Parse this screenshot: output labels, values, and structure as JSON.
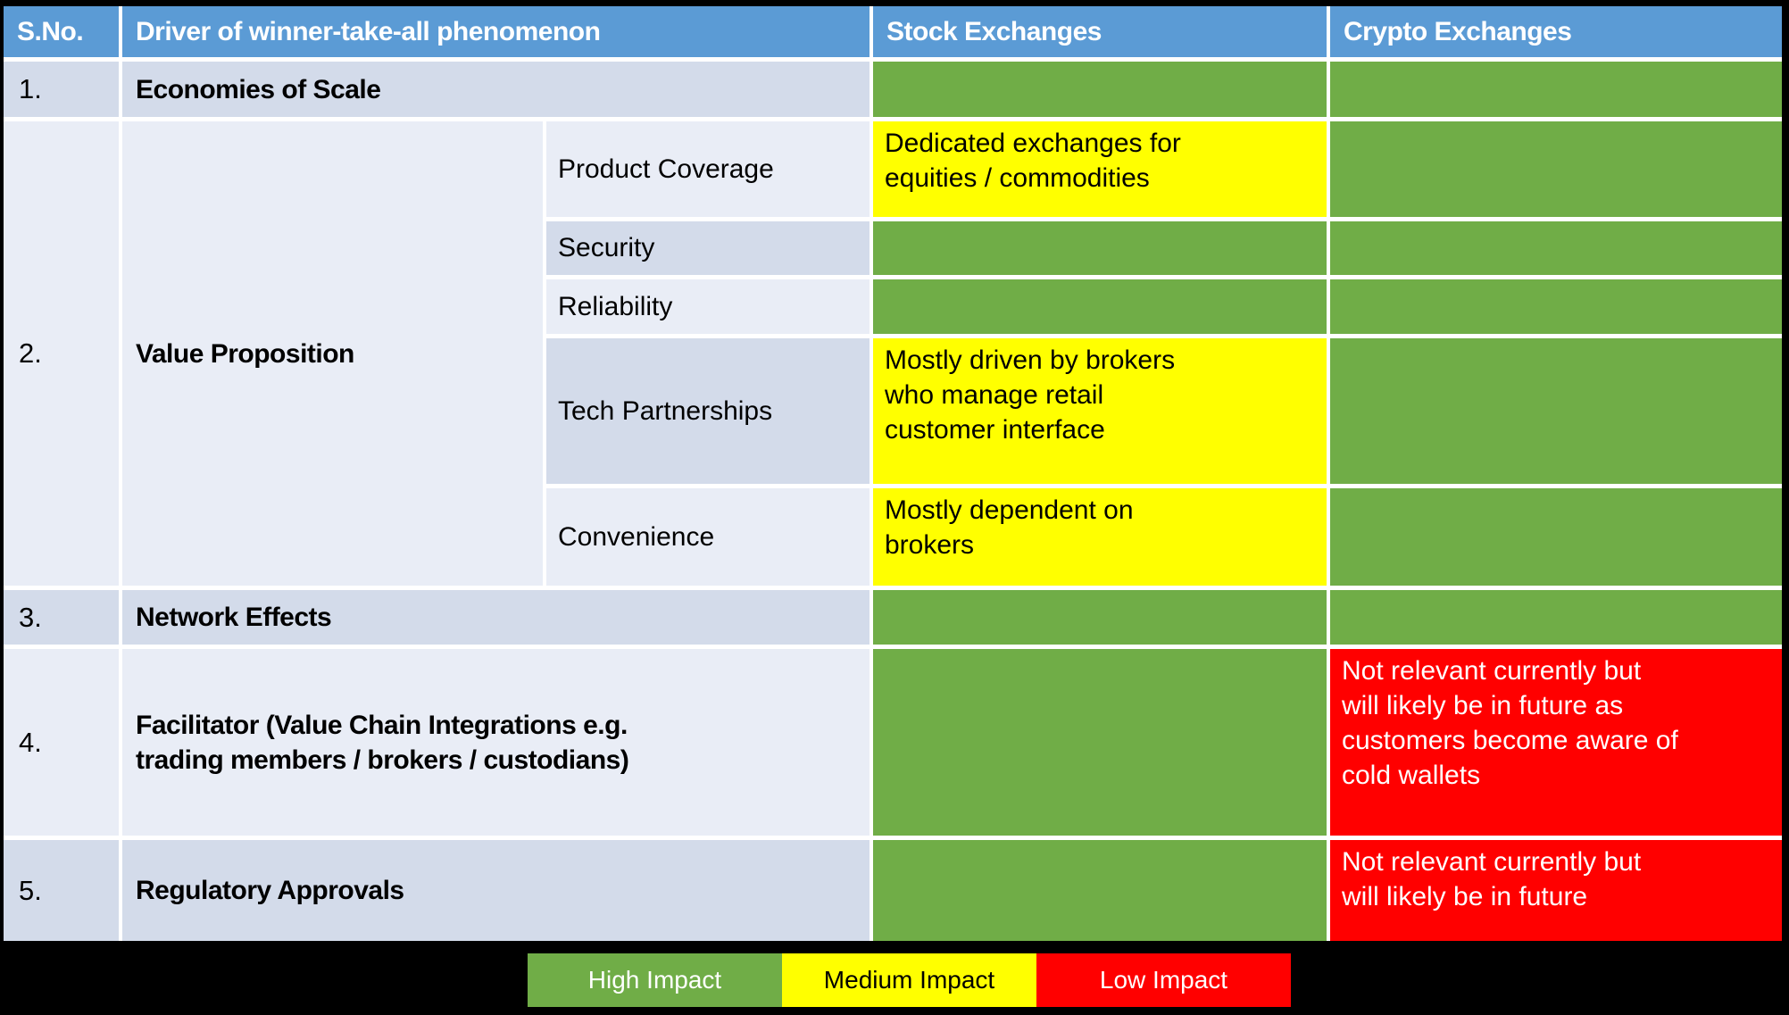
{
  "colors": {
    "header_bg": "#5B9BD5",
    "green": "#70AD47",
    "yellow": "#FFFF00",
    "red": "#FF0000",
    "row_dark": "#D3DBEA",
    "row_light": "#E9EDF6",
    "canvas_bg": "#000000"
  },
  "table": {
    "header": {
      "sno": "S.No.",
      "driver": "Driver of winner-take-all phenomenon",
      "stock": "Stock Exchanges",
      "crypto": "Crypto Exchanges"
    },
    "rows": [
      {
        "sno": "1.",
        "driver": "Economies of Scale",
        "stock": "",
        "stock_impact": "high",
        "crypto": "",
        "crypto_impact": "high"
      },
      {
        "sno": "2.",
        "driver": "Value Proposition",
        "sub": [
          {
            "label": "Product Coverage",
            "stock": "Dedicated exchanges for\nequities / commodities",
            "stock_impact": "medium",
            "crypto": "",
            "crypto_impact": "high"
          },
          {
            "label": "Security",
            "stock": "",
            "stock_impact": "high",
            "crypto": "",
            "crypto_impact": "high"
          },
          {
            "label": "Reliability",
            "stock": "",
            "stock_impact": "high",
            "crypto": "",
            "crypto_impact": "high"
          },
          {
            "label": "Tech Partnerships",
            "stock": "Mostly driven by brokers\nwho manage retail\ncustomer interface",
            "stock_impact": "medium",
            "crypto": "",
            "crypto_impact": "high"
          },
          {
            "label": "Convenience",
            "stock": "Mostly dependent on\nbrokers",
            "stock_impact": "medium",
            "crypto": "",
            "crypto_impact": "high"
          }
        ]
      },
      {
        "sno": "3.",
        "driver": "Network Effects",
        "stock": "",
        "stock_impact": "high",
        "crypto": "",
        "crypto_impact": "high"
      },
      {
        "sno": "4.",
        "driver": "Facilitator (Value Chain Integrations e.g.\ntrading members / brokers / custodians)",
        "stock": "",
        "stock_impact": "high",
        "crypto": "Not relevant currently but\nwill likely be in future as\ncustomers become aware of\ncold wallets",
        "crypto_impact": "low"
      },
      {
        "sno": "5.",
        "driver": "Regulatory Approvals",
        "stock": "",
        "stock_impact": "high",
        "crypto": "Not relevant currently but\nwill likely be in future",
        "crypto_impact": "low"
      }
    ]
  },
  "legend": {
    "items": [
      {
        "label": "High Impact",
        "impact": "high",
        "color": "#70AD47"
      },
      {
        "label": "Medium Impact",
        "impact": "medium",
        "color": "#FFFF00"
      },
      {
        "label": "Low Impact",
        "impact": "low",
        "color": "#FF0000"
      }
    ]
  }
}
